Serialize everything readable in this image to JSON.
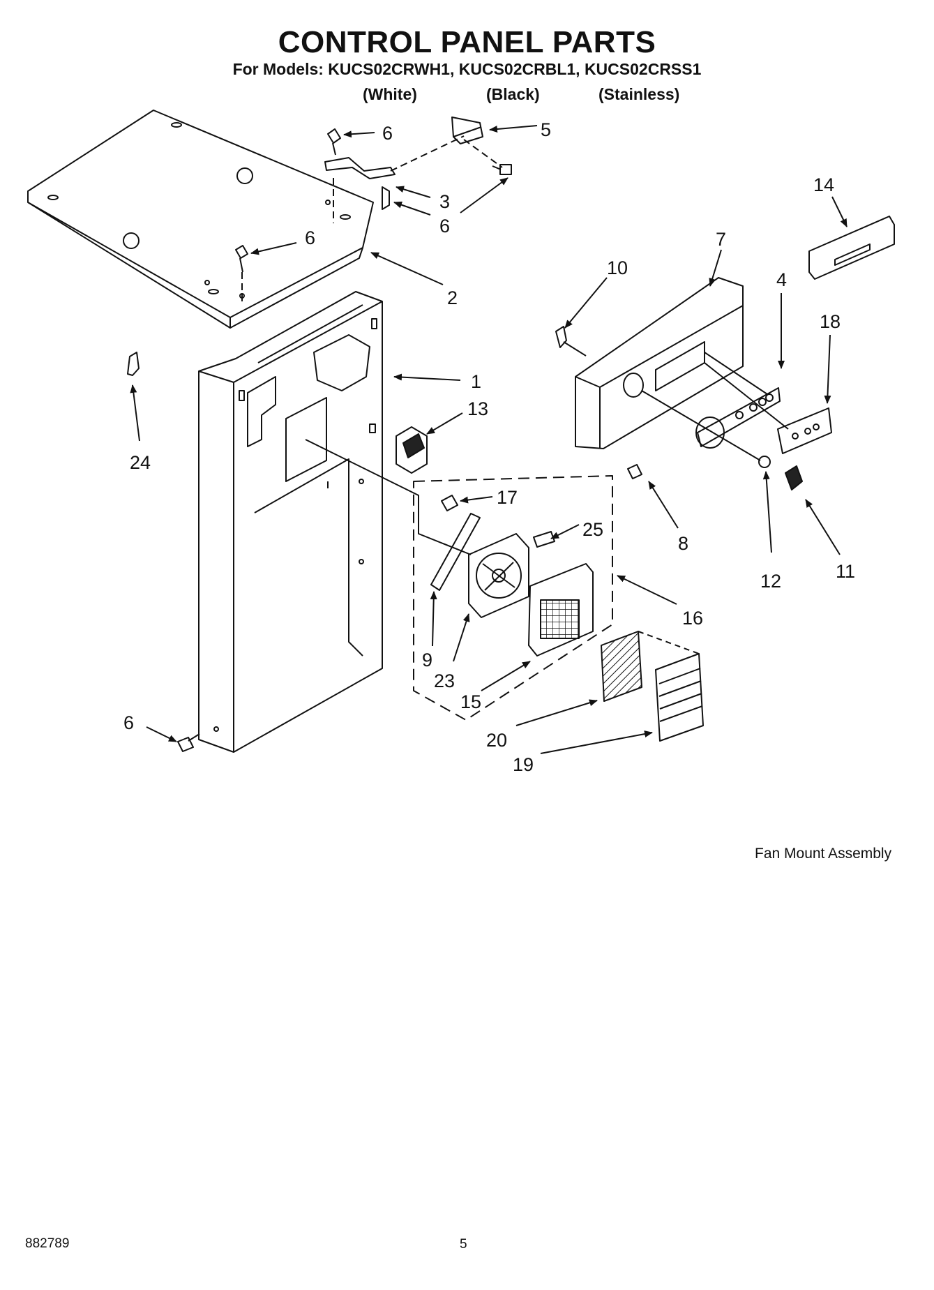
{
  "header": {
    "title": "CONTROL PANEL PARTS",
    "models_line": "For Models: KUCS02CRWH1, KUCS02CRBL1, KUCS02CRSS1",
    "variants": [
      "(White)",
      "(Black)",
      "(Stainless)"
    ]
  },
  "callouts": [
    "6",
    "5",
    "3",
    "6",
    "6",
    "2",
    "1",
    "24",
    "13",
    "17",
    "25",
    "9",
    "23",
    "15",
    "16",
    "20",
    "19",
    "6",
    "10",
    "7",
    "14",
    "4",
    "18",
    "8",
    "12",
    "11"
  ],
  "caption": "Fan Mount Assembly",
  "footer": {
    "doc_number": "882789",
    "page_number": "5"
  }
}
